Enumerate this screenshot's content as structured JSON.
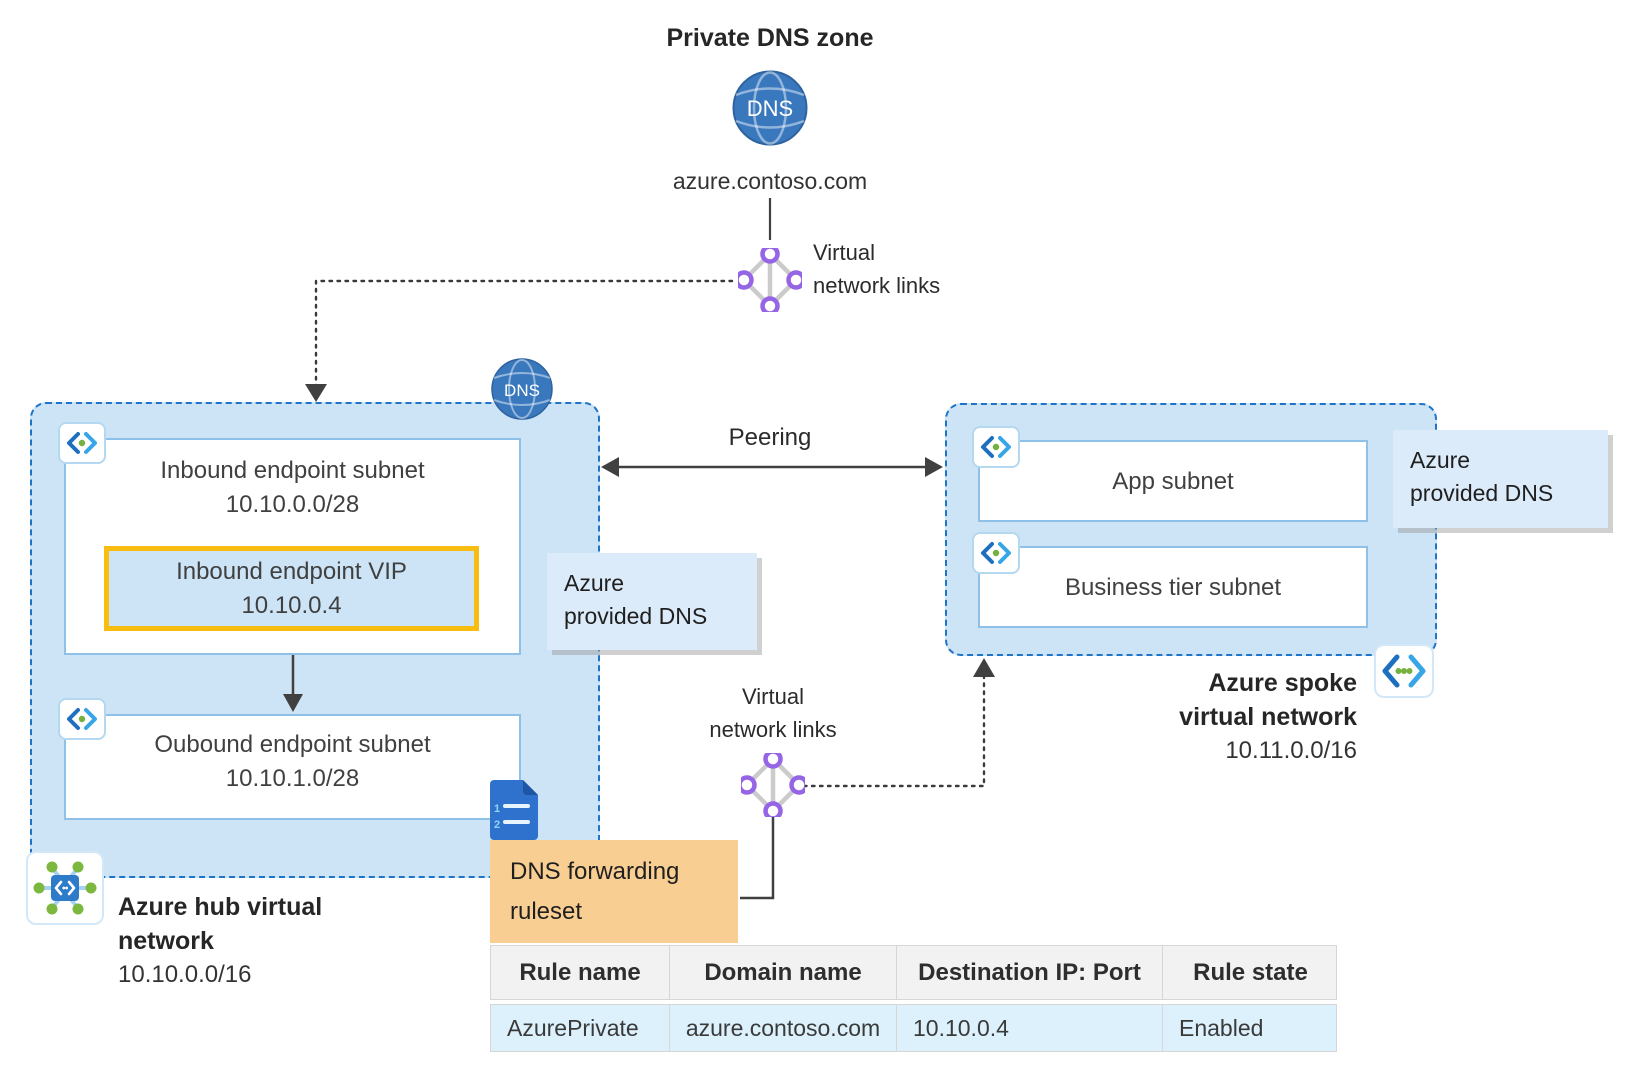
{
  "title": "Private DNS zone",
  "dns_zone": {
    "icon_label": "DNS",
    "domain": "azure.contoso.com"
  },
  "vnl_top": {
    "line1": "Virtual",
    "line2": "network links"
  },
  "vnl_bottom": {
    "line1": "Virtual",
    "line2": "network links"
  },
  "peering_label": "Peering",
  "hub": {
    "dns_badge": "DNS",
    "inbound_subnet": {
      "title": "Inbound endpoint subnet",
      "cidr": "10.10.0.0/28"
    },
    "vip": {
      "title": "Inbound endpoint VIP",
      "ip": "10.10.0.4"
    },
    "outbound_subnet": {
      "title": "Oubound endpoint subnet",
      "cidr": "10.10.1.0/28"
    },
    "name_line1": "Azure hub virtual",
    "name_line2": "network",
    "cidr": "10.10.0.0/16"
  },
  "spoke": {
    "app_subnet": "App subnet",
    "business_subnet": "Business tier subnet",
    "name_line1": "Azure spoke",
    "name_line2": "virtual network",
    "cidr": "10.11.0.0/16"
  },
  "callout_left": {
    "line1": "Azure",
    "line2": "provided DNS"
  },
  "callout_right": {
    "line1": "Azure",
    "line2": "provided DNS"
  },
  "ruleset": {
    "line1": "DNS forwarding",
    "line2": "ruleset"
  },
  "table": {
    "headers": [
      "Rule name",
      "Domain name",
      "Destination IP: Port",
      "Rule state"
    ],
    "rows": [
      [
        "AzurePrivate",
        "azure.contoso.com",
        "10.10.0.4",
        "Enabled"
      ]
    ]
  },
  "colors": {
    "network_fill": "#cde4f6",
    "network_border": "#1f74c8",
    "subnet_border": "#8fc1e8",
    "vip_border": "#f9bd11",
    "callout_fill": "#dcebf9",
    "ruleset_fill": "#f8ce92",
    "table_header_fill": "#f2f2f2",
    "table_row_fill": "#dcf1fb",
    "arrow": "#404040",
    "link_purple": "#9565e6",
    "globe_blue": "#3a78be"
  }
}
